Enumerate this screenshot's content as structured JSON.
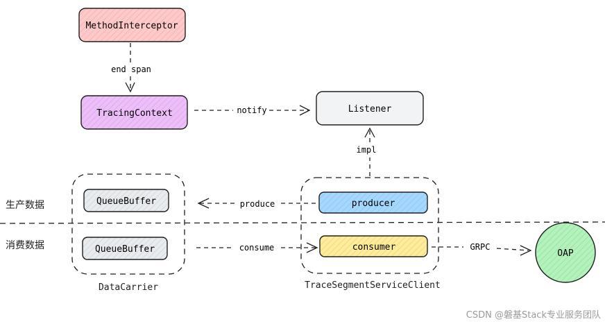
{
  "nodes": {
    "method_interceptor": {
      "label": "MethodInterceptor",
      "fill": "#ffc9c9"
    },
    "tracing_context": {
      "label": "TracingContext",
      "fill": "#eebefa"
    },
    "listener": {
      "label": "Listener",
      "fill": "#f1f3f5"
    },
    "queue_buffer_top": {
      "label": "QueueBuffer",
      "fill": "#e9ecef"
    },
    "queue_buffer_bottom": {
      "label": "QueueBuffer",
      "fill": "#e9ecef"
    },
    "producer": {
      "label": "producer",
      "fill": "#a5d8ff"
    },
    "consumer": {
      "label": "consumer",
      "fill": "#ffec99"
    },
    "oap": {
      "label": "OAP",
      "fill": "#b2f2bb"
    }
  },
  "groups": {
    "data_carrier": {
      "label": "DataCarrier"
    },
    "trace_client": {
      "label": "TraceSegmentServiceClient"
    }
  },
  "edges": {
    "end_span": "end span",
    "notify": "notify",
    "impl": "impl",
    "produce": "produce",
    "consume": "consume",
    "grpc": "GRPC"
  },
  "zones": {
    "producer_side": "生产数据",
    "consumer_side": "消费数据"
  },
  "watermark": "CSDN @磐基Stack专业服务团队"
}
